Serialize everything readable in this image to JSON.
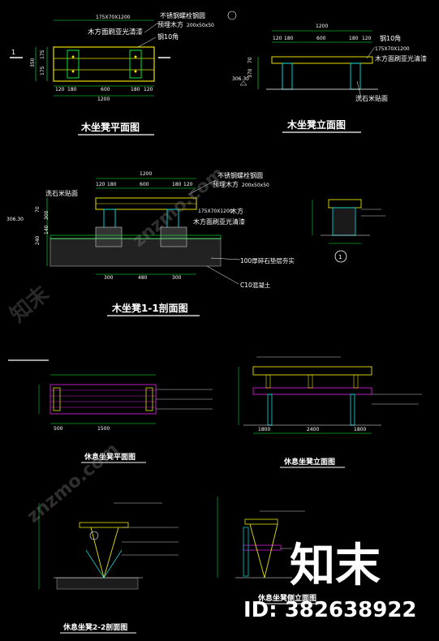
{
  "panel1": {
    "title": "木坐凳平面图",
    "dims_top": "175X70X1200",
    "note1": "不锈钢螺栓钢圆",
    "note2": "预埋木方",
    "note2b": "200x50x50",
    "note3": "木方面刷亚光清漆",
    "note4": "钢10角",
    "dim_bottom": [
      "120",
      "180",
      "600",
      "180",
      "120"
    ],
    "dim_total": "1200",
    "dim_left": [
      "175",
      "175"
    ],
    "dim_left_total": "350",
    "section_mark": "1"
  },
  "panel2": {
    "title": "木坐凳立面图",
    "dim_total": "1200",
    "dim_top": [
      "120",
      "180",
      "600",
      "180",
      "120"
    ],
    "note1": "钢10角",
    "note2": "175X70X1200",
    "note3": "木方面刷亚光清漆",
    "note4": "洗石米贴面",
    "level": "306.30",
    "dim_left": [
      "70",
      "370"
    ]
  },
  "panel3": {
    "title": "木坐凳1-1剖面图",
    "dim_total": "1200",
    "dim_top": [
      "120",
      "180",
      "600",
      "180",
      "120"
    ],
    "note1": "不锈钢螺栓钢圆",
    "note2": "预埋木方",
    "note2b": "200x50x50",
    "note3": "175X70X1200",
    "note3b": "木方",
    "note4": "木方面刷亚光清漆",
    "note5": "洗石米贴面",
    "note6": "100厚碎石垫层夯实",
    "note7": "C10混凝土",
    "level": "306.30",
    "dim_left": [
      "70",
      "300",
      "140",
      "240"
    ],
    "dim_bottom": [
      "300",
      "480",
      "300"
    ]
  },
  "panel4": {
    "mark": "1"
  },
  "panel5": {
    "title": "休息坐凳平面图",
    "dim_bottom": [
      "1500",
      "500"
    ]
  },
  "panel6": {
    "title": "休息坐凳立面图",
    "dim_bottom": [
      "1800",
      "2400",
      "1800"
    ]
  },
  "panel7": {
    "title": "休息坐凳2-2剖面图"
  },
  "panel8": {
    "title": "休息坐凳侧立面图"
  },
  "watermark": {
    "brand": "知末",
    "id": "ID: 382638922",
    "site": "znzmo.com"
  }
}
